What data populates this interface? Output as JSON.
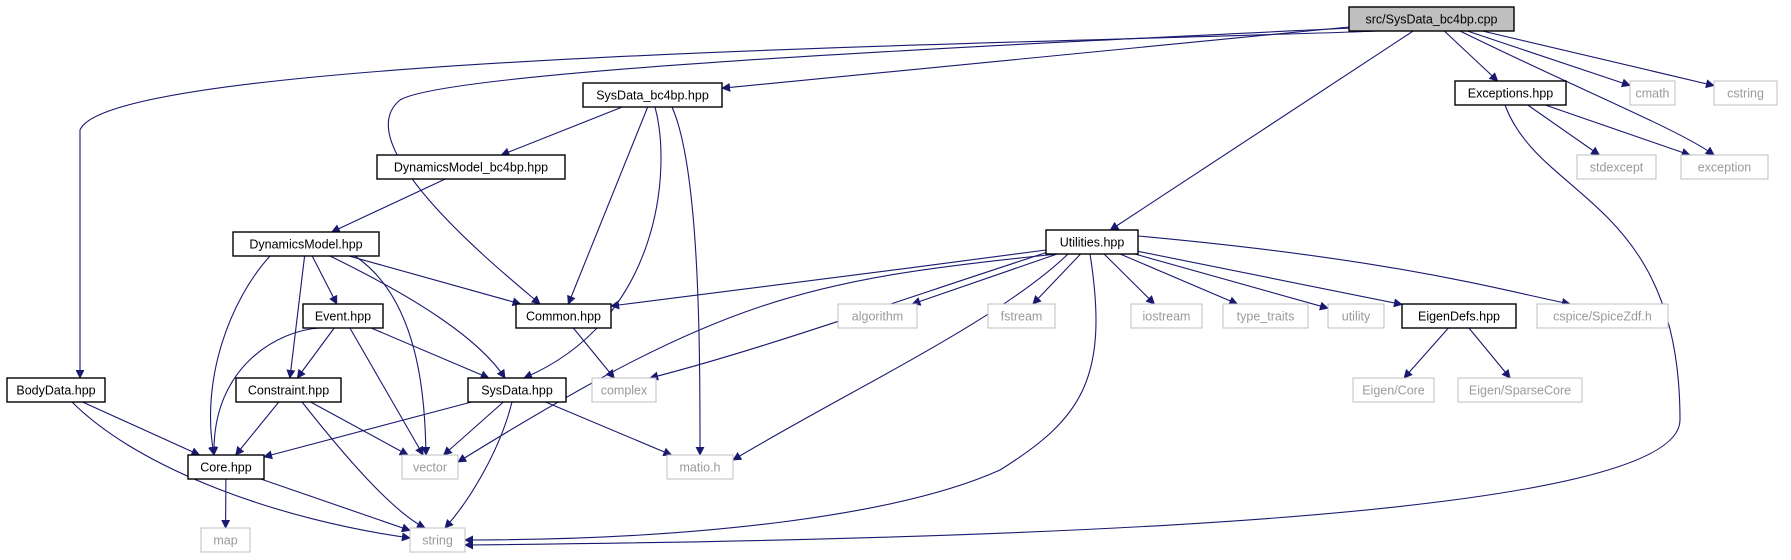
{
  "graph": {
    "nodes": [
      {
        "id": "root",
        "label": "src/SysData_bc4bp.cpp",
        "kind": "root"
      },
      {
        "id": "sysdata_bc4bp",
        "label": "SysData_bc4bp.hpp",
        "kind": "project"
      },
      {
        "id": "exceptions",
        "label": "Exceptions.hpp",
        "kind": "project"
      },
      {
        "id": "cmath",
        "label": "cmath",
        "kind": "system"
      },
      {
        "id": "cstring",
        "label": "cstring",
        "kind": "system"
      },
      {
        "id": "dynbc4bp",
        "label": "DynamicsModel_bc4bp.hpp",
        "kind": "project"
      },
      {
        "id": "stdexcept",
        "label": "stdexcept",
        "kind": "system"
      },
      {
        "id": "exception",
        "label": "exception",
        "kind": "system"
      },
      {
        "id": "dynmodel",
        "label": "DynamicsModel.hpp",
        "kind": "project"
      },
      {
        "id": "utilities",
        "label": "Utilities.hpp",
        "kind": "project"
      },
      {
        "id": "event",
        "label": "Event.hpp",
        "kind": "project"
      },
      {
        "id": "common",
        "label": "Common.hpp",
        "kind": "project"
      },
      {
        "id": "algorithm",
        "label": "algorithm",
        "kind": "system"
      },
      {
        "id": "fstream",
        "label": "fstream",
        "kind": "system"
      },
      {
        "id": "iostream",
        "label": "iostream",
        "kind": "system"
      },
      {
        "id": "type_traits",
        "label": "type_traits",
        "kind": "system"
      },
      {
        "id": "utility",
        "label": "utility",
        "kind": "system"
      },
      {
        "id": "eigendefs",
        "label": "EigenDefs.hpp",
        "kind": "project"
      },
      {
        "id": "spicezdf",
        "label": "cspice/SpiceZdf.h",
        "kind": "system"
      },
      {
        "id": "bodydata",
        "label": "BodyData.hpp",
        "kind": "project"
      },
      {
        "id": "constraint",
        "label": "Constraint.hpp",
        "kind": "project"
      },
      {
        "id": "sysdata",
        "label": "SysData.hpp",
        "kind": "project"
      },
      {
        "id": "complex",
        "label": "complex",
        "kind": "system"
      },
      {
        "id": "eigencore",
        "label": "Eigen/Core",
        "kind": "system"
      },
      {
        "id": "eigensparse",
        "label": "Eigen/SparseCore",
        "kind": "system"
      },
      {
        "id": "core",
        "label": "Core.hpp",
        "kind": "project"
      },
      {
        "id": "vector",
        "label": "vector",
        "kind": "system"
      },
      {
        "id": "matio",
        "label": "matio.h",
        "kind": "system"
      },
      {
        "id": "map",
        "label": "map",
        "kind": "system"
      },
      {
        "id": "string",
        "label": "string",
        "kind": "system"
      }
    ],
    "edges": [
      {
        "from": "root",
        "to": "bodydata"
      },
      {
        "from": "root",
        "to": "common"
      },
      {
        "from": "root",
        "to": "sysdata_bc4bp"
      },
      {
        "from": "root",
        "to": "utilities"
      },
      {
        "from": "root",
        "to": "exceptions"
      },
      {
        "from": "root",
        "to": "exception"
      },
      {
        "from": "root",
        "to": "cmath"
      },
      {
        "from": "root",
        "to": "cstring"
      },
      {
        "from": "sysdata_bc4bp",
        "to": "dynbc4bp"
      },
      {
        "from": "sysdata_bc4bp",
        "to": "common"
      },
      {
        "from": "sysdata_bc4bp",
        "to": "sysdata"
      },
      {
        "from": "sysdata_bc4bp",
        "to": "matio"
      },
      {
        "from": "dynbc4bp",
        "to": "dynmodel"
      },
      {
        "from": "dynmodel",
        "to": "core"
      },
      {
        "from": "dynmodel",
        "to": "constraint"
      },
      {
        "from": "dynmodel",
        "to": "event"
      },
      {
        "from": "dynmodel",
        "to": "vector"
      },
      {
        "from": "dynmodel",
        "to": "sysdata"
      },
      {
        "from": "dynmodel",
        "to": "common"
      },
      {
        "from": "event",
        "to": "core"
      },
      {
        "from": "event",
        "to": "constraint"
      },
      {
        "from": "event",
        "to": "vector"
      },
      {
        "from": "event",
        "to": "sysdata"
      },
      {
        "from": "constraint",
        "to": "core"
      },
      {
        "from": "constraint",
        "to": "vector"
      },
      {
        "from": "constraint",
        "to": "string"
      },
      {
        "from": "sysdata",
        "to": "core"
      },
      {
        "from": "sysdata",
        "to": "vector"
      },
      {
        "from": "sysdata",
        "to": "string"
      },
      {
        "from": "sysdata",
        "to": "matio"
      },
      {
        "from": "bodydata",
        "to": "core"
      },
      {
        "from": "bodydata",
        "to": "string"
      },
      {
        "from": "core",
        "to": "map"
      },
      {
        "from": "core",
        "to": "string"
      },
      {
        "from": "common",
        "to": "complex"
      },
      {
        "from": "utilities",
        "to": "common"
      },
      {
        "from": "utilities",
        "to": "algorithm"
      },
      {
        "from": "utilities",
        "to": "fstream"
      },
      {
        "from": "utilities",
        "to": "iostream"
      },
      {
        "from": "utilities",
        "to": "type_traits"
      },
      {
        "from": "utilities",
        "to": "utility"
      },
      {
        "from": "utilities",
        "to": "eigendefs"
      },
      {
        "from": "utilities",
        "to": "spicezdf"
      },
      {
        "from": "utilities",
        "to": "complex"
      },
      {
        "from": "utilities",
        "to": "vector"
      },
      {
        "from": "utilities",
        "to": "matio"
      },
      {
        "from": "utilities",
        "to": "string"
      },
      {
        "from": "eigendefs",
        "to": "eigencore"
      },
      {
        "from": "eigendefs",
        "to": "eigensparse"
      },
      {
        "from": "exceptions",
        "to": "stdexcept"
      },
      {
        "from": "exceptions",
        "to": "exception"
      },
      {
        "from": "exceptions",
        "to": "string"
      }
    ]
  },
  "colors": {
    "edge": "#191970",
    "root_fill": "#bfbfbf",
    "project_border": "#000000",
    "system_border": "#bfbfbf",
    "system_text": "#9a9a9a"
  }
}
